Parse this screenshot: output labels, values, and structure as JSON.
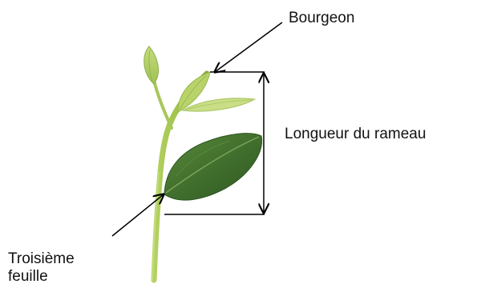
{
  "labels": {
    "bud": "Bourgeon",
    "branch_length": "Longueur du rameau",
    "third_leaf_line1": "Troisième",
    "third_leaf_line2": "feuille"
  },
  "colors": {
    "stem": "#9ec24a",
    "leaf_dark": "#3f6d2c",
    "leaf_light": "#a9c95c",
    "annotation": "#000000"
  }
}
